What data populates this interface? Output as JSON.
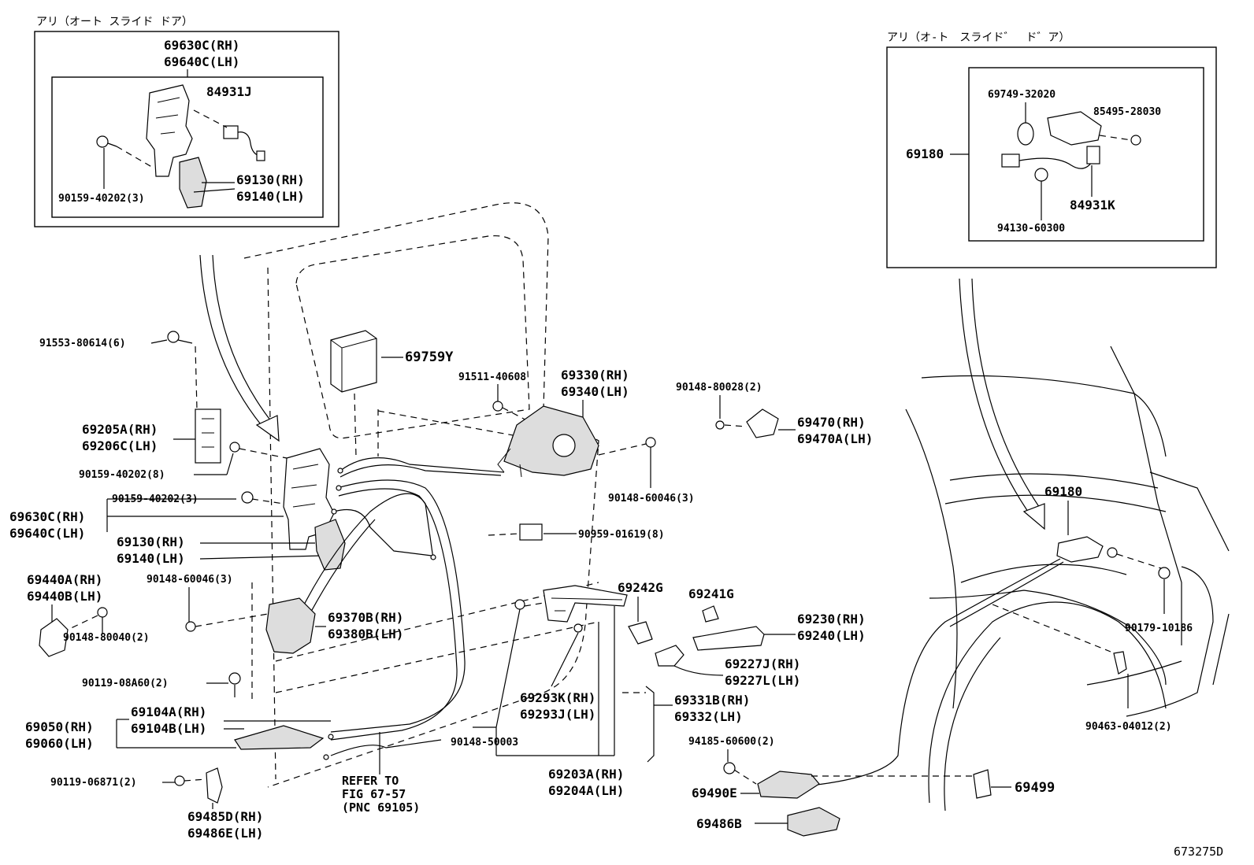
{
  "insets": {
    "left_caption": "アリ（オート スライド ドア）",
    "right_caption": "アリ（オ-ト　スライド゛　ド゛ア）"
  },
  "labels": {
    "l69630c_rh_top": "69630C(RH)",
    "l69640c_lh_top": "69640C(LH)",
    "l84931j": "84931J",
    "l69130_rh_top": "69130(RH)",
    "l69140_lh_top": "69140(LH)",
    "l90159_40202_3_top": "90159-40202(3)",
    "l69749_32020": "69749-32020",
    "l85495_28030": "85495-28030",
    "l69180_inset": "69180",
    "l84931k": "84931K",
    "l94130_60300": "94130-60300",
    "l91553_80614": "91553-80614(6)",
    "l69759y": "69759Y",
    "l91511_40608": "91511-40608",
    "l69330_rh": "69330(RH)",
    "l69340_lh": "69340(LH)",
    "l90148_80028": "90148-80028(2)",
    "l69470_rh": "69470(RH)",
    "l69470a_lh": "69470A(LH)",
    "l69205a_rh": "69205A(RH)",
    "l69206c_lh": "69206C(LH)",
    "l90159_40202_8": "90159-40202(8)",
    "l90159_40202_3": "90159-40202(3)",
    "l69630c_rh": "69630C(RH)",
    "l69640c_lh": "69640C(LH)",
    "l69130_rh": "69130(RH)",
    "l69140_lh": "69140(LH)",
    "l90148_60046_3_right": "90148-60046(3)",
    "l90959_01619": "90959-01619(8)",
    "l69180_main": "69180",
    "l69440a_rh": "69440A(RH)",
    "l69440b_lh": "69440B(LH)",
    "l90148_60046_3_left": "90148-60046(3)",
    "l69370b_rh": "69370B(RH)",
    "l69380b_lh": "69380B(LH)",
    "l69242g": "69242G",
    "l69241g": "69241G",
    "l69230_rh": "69230(RH)",
    "l69240_lh": "69240(LH)",
    "l90148_80040": "90148-80040(2)",
    "l90179_10186": "90179-10186",
    "l69227j_rh": "69227J(RH)",
    "l69227l_lh": "69227L(LH)",
    "l90119_08a60": "90119-08A60(2)",
    "l69293k_rh": "69293K(RH)",
    "l69293j_lh": "69293J(LH)",
    "l69331b_rh": "69331B(RH)",
    "l69332_lh": "69332(LH)",
    "l90463_04012": "90463-04012(2)",
    "l69104a_rh": "69104A(RH)",
    "l69104b_lh": "69104B(LH)",
    "l69050_rh": "69050(RH)",
    "l69060_lh": "69060(LH)",
    "l90148_50003": "90148-50003",
    "l94185_60600": "94185-60600(2)",
    "l90119_06871": "90119-06871(2)",
    "l69203a_rh": "69203A(RH)",
    "l69204a_lh": "69204A(LH)",
    "l69490e": "69490E",
    "l69499": "69499",
    "refer_1": "REFER TO",
    "refer_2": "FIG 67-57",
    "refer_3": "(PNC 69105)",
    "l69485d_rh": "69485D(RH)",
    "l69486e_lh": "69486E(LH)",
    "l69486b": "69486B",
    "figure_id": "673275D"
  }
}
